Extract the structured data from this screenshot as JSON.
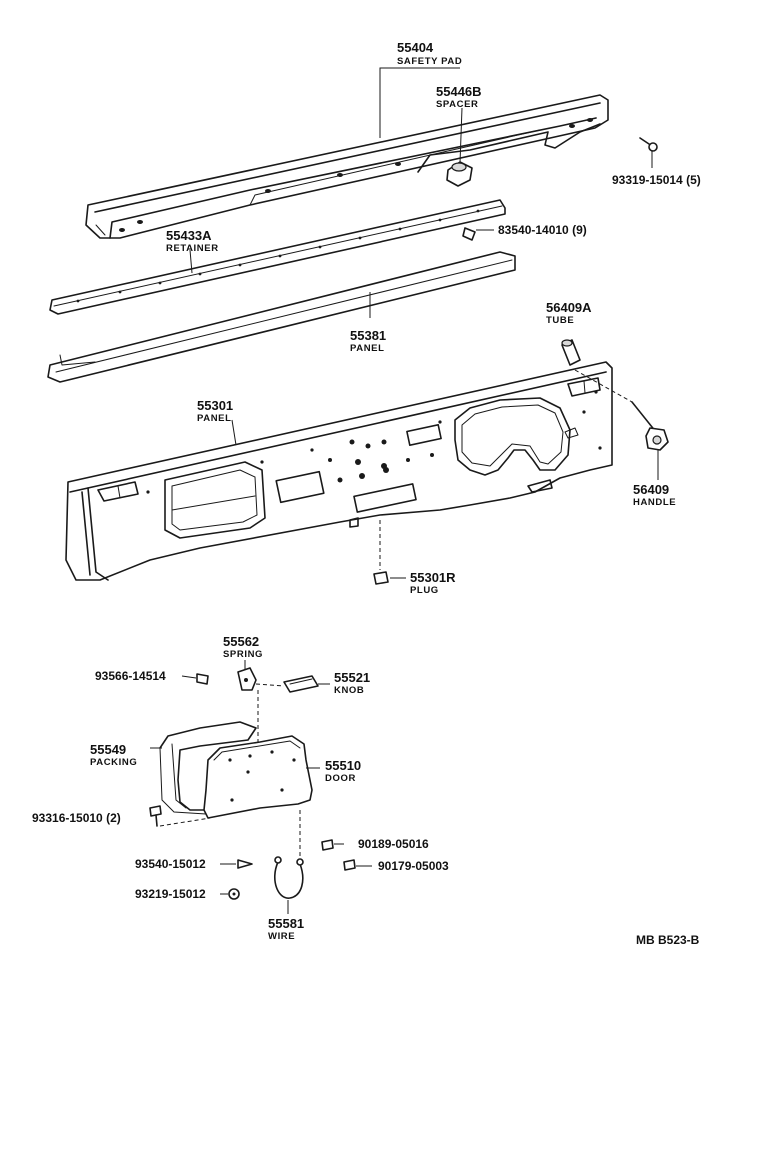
{
  "callouts": {
    "safety_pad": {
      "number": "55404",
      "name": "SAFETY PAD"
    },
    "spacer": {
      "number": "55446B",
      "name": "SPACER"
    },
    "screw_top": {
      "number": "93319-15014 (5)"
    },
    "retainer": {
      "number": "55433A",
      "name": "RETAINER"
    },
    "screw_retainer": {
      "number": "83540-14010 (9)"
    },
    "tube": {
      "number": "56409A",
      "name": "TUBE"
    },
    "panel_upper": {
      "number": "55381",
      "name": "PANEL"
    },
    "panel_main": {
      "number": "55301",
      "name": "PANEL"
    },
    "handle": {
      "number": "56409",
      "name": "HANDLE"
    },
    "plug": {
      "number": "55301R",
      "name": "PLUG"
    },
    "spring": {
      "number": "55562",
      "name": "SPRING"
    },
    "screw_spring": {
      "number": "93566-14514"
    },
    "knob": {
      "number": "55521",
      "name": "KNOB"
    },
    "packing": {
      "number": "55549",
      "name": "PACKING"
    },
    "door": {
      "number": "55510",
      "name": "DOOR"
    },
    "screw_door": {
      "number": "93316-15010 (2)"
    },
    "clip_a": {
      "number": "90189-05016"
    },
    "clip_b": {
      "number": "90179-05003"
    },
    "screw_wire": {
      "number": "93540-15012"
    },
    "screw_wire_b": {
      "number": "93219-15012"
    },
    "wire": {
      "number": "55581",
      "name": "WIRE"
    }
  },
  "drawing_code": "MB  B523-B",
  "colors": {
    "ink": "#1a1a1a",
    "paper": "#ffffff"
  }
}
